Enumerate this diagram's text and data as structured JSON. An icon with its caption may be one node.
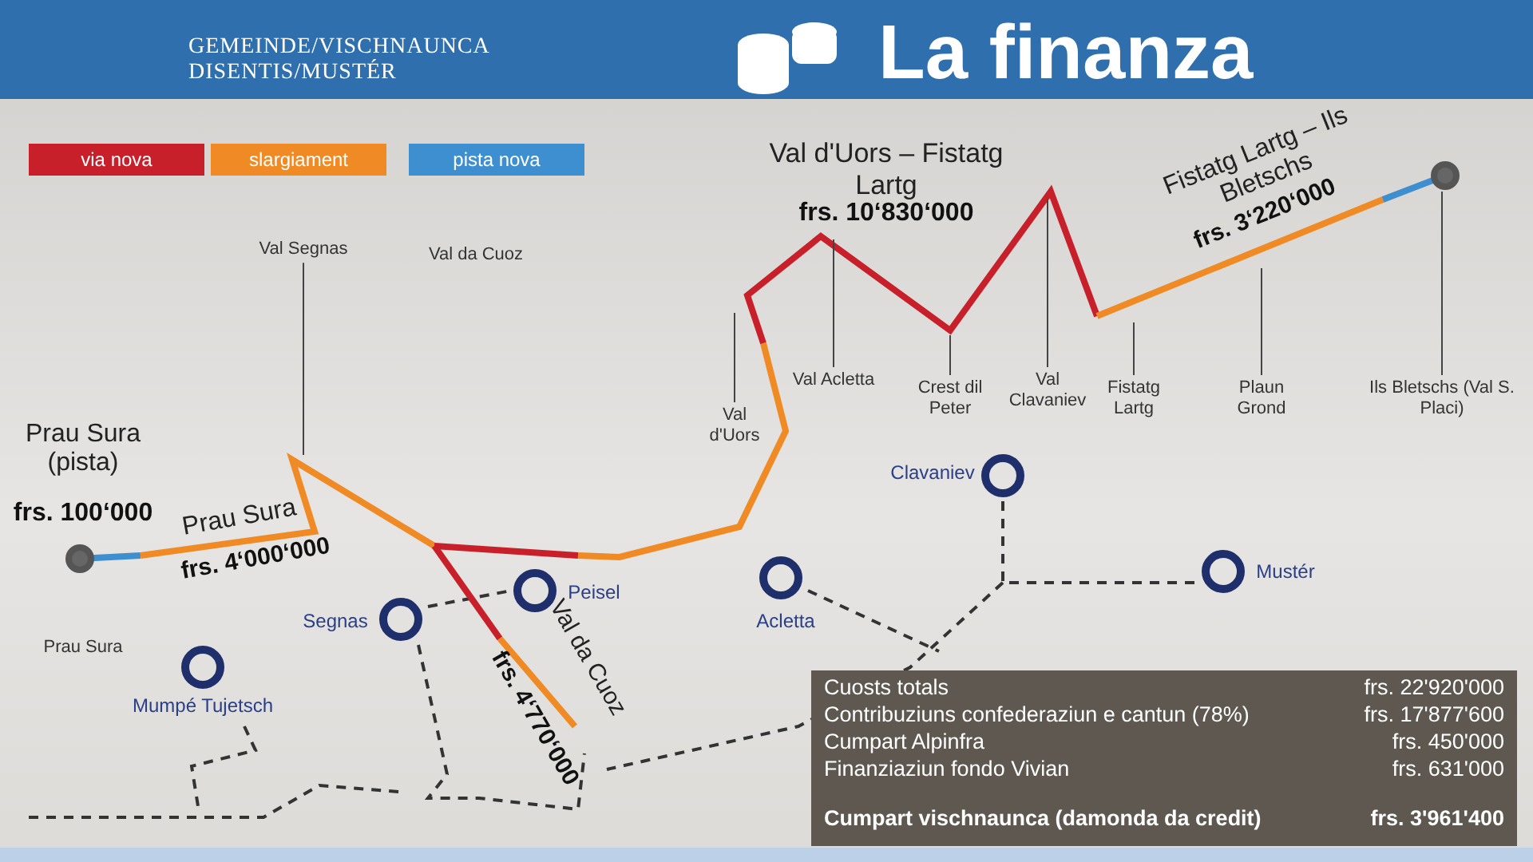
{
  "diagram": {
    "title": "La finanza",
    "nodes": [
      {
        "text": [
          "Val Segnas"
        ]
      },
      {
        "text": [
          "Val d'Uors"
        ]
      },
      {
        "text": [
          "Val Acletta"
        ]
      },
      {
        "text": [
          "Crest dil Peter"
        ]
      },
      {
        "text": [
          "Val Clavaniev"
        ]
      },
      {
        "text": [
          "Fistatg Lartg"
        ]
      },
      {
        "text": [
          "Plaun Grond"
        ]
      },
      {
        "text": [
          "Ils Bletschs (Val S. Placi)"
        ]
      }
    ],
    "edges": [
      {
        "from": 0,
        "to": null,
        "arrow": "none"
      },
      {
        "from": 1,
        "to": null,
        "arrow": "none"
      },
      {
        "from": 2,
        "to": null,
        "arrow": "none"
      },
      {
        "from": 3,
        "to": null,
        "arrow": "none"
      },
      {
        "from": 4,
        "to": null,
        "arrow": "none"
      },
      {
        "from": 5,
        "to": null,
        "arrow": "none"
      },
      {
        "from": 6,
        "to": null,
        "arrow": "none"
      },
      {
        "from": 7,
        "to": null,
        "arrow": "none"
      }
    ],
    "labels": [
      "GEMEINDE/VISCHNAUNCA DISENTIS/MUSTÉR",
      "Prau Sura (pista)",
      "frs. 100‘000",
      "Prau Sura",
      "frs. 4‘000‘000",
      "Val da Cuoz",
      "Val d'Uors – Fistatg Lartg",
      "frs. 10‘830‘000",
      "Fistatg Lartg – Ils Bletschs",
      "frs. 3‘220‘000",
      "Val da Cuoz",
      "frs. 4‘770‘000",
      "Prau Sura",
      "Mumpé Tujetsch",
      "Segnas",
      "Peisel",
      "Acletta",
      "Clavaniev",
      "Mustér",
      "Cuosts totals",
      "frs. 22'920'000",
      "Contribuziuns confederaziun e cantun (78%)",
      "frs. 17'877'600",
      "Cumpart Alpinfra",
      "frs. 450'000",
      "Finanziaziun fondo Vivian",
      "frs. 631'000",
      "Cumpart vischnaunca (damonda da credit)",
      "frs. 3'961'400"
    ],
    "legend": [
      {
        "text": "via nova",
        "color": "#c8202a"
      },
      {
        "text": "slargiament",
        "color": "#f08a24"
      },
      {
        "text": "pista nova",
        "color": "#3d8fd0"
      }
    ]
  }
}
